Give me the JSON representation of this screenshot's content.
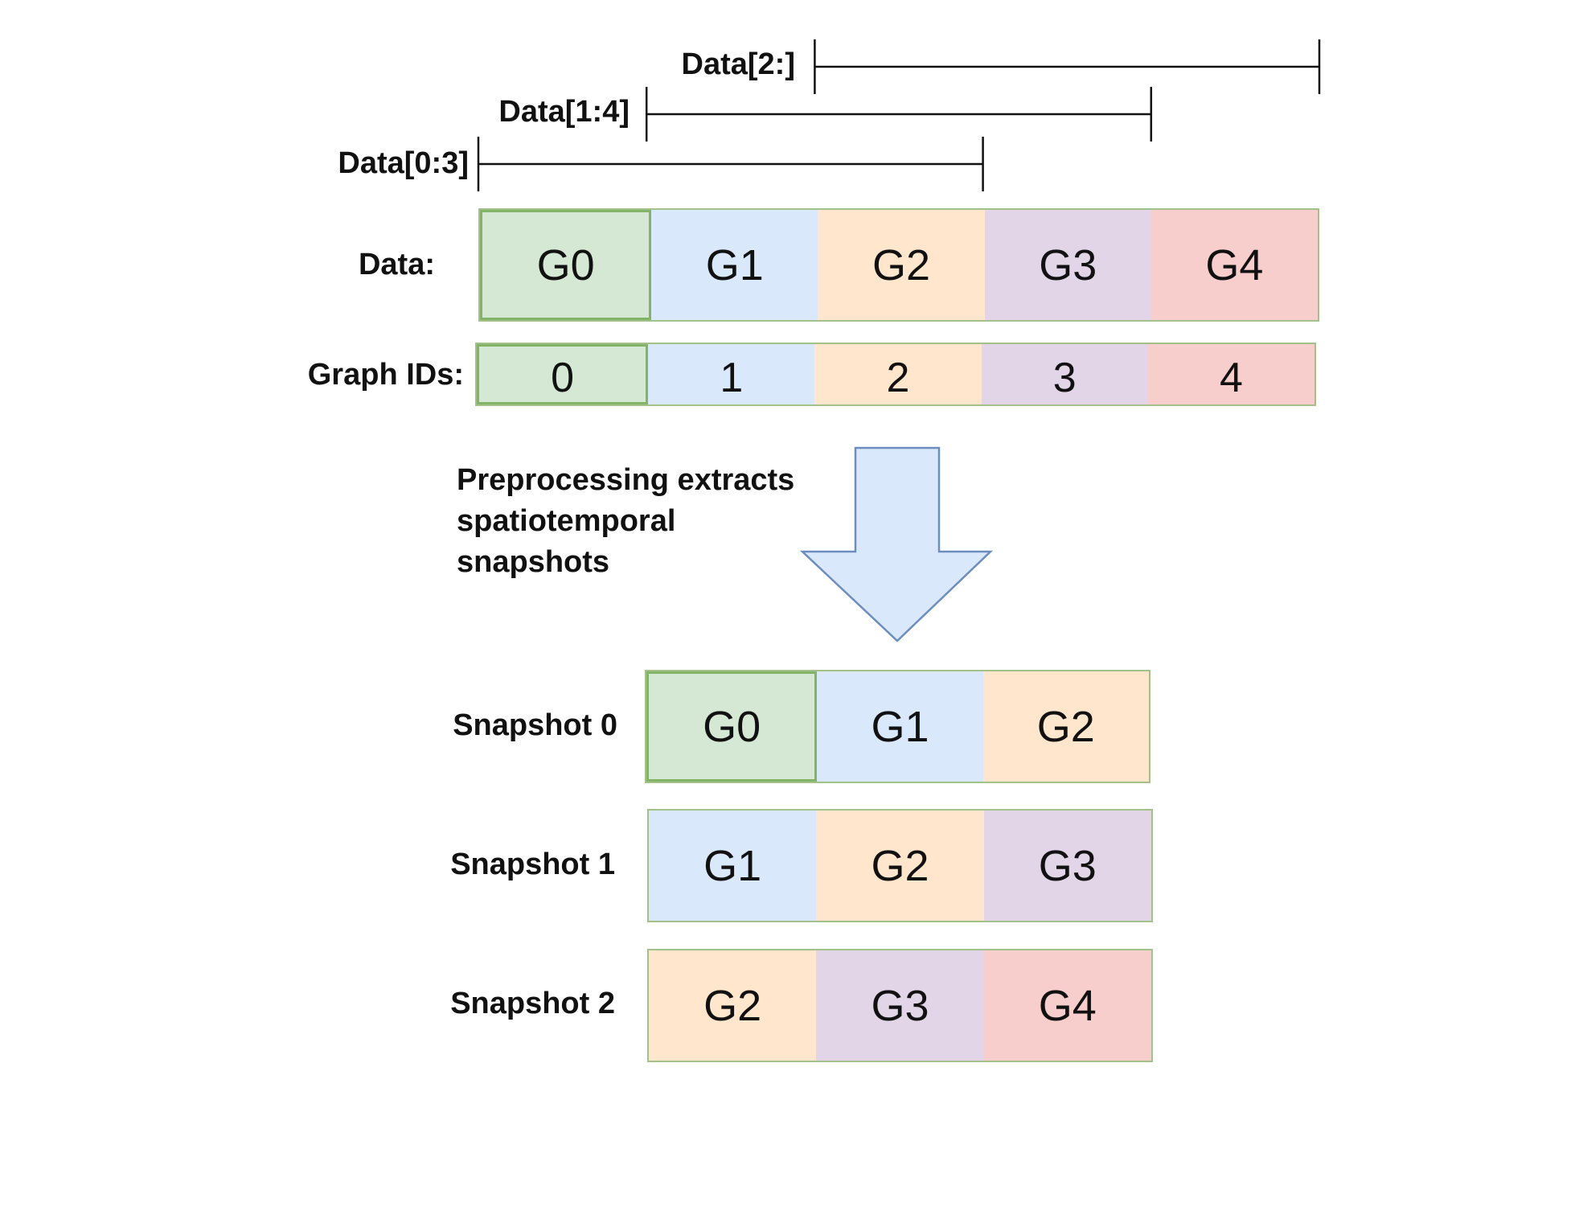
{
  "ranges": [
    {
      "label": "Data[2:]",
      "start": 2,
      "end": 5
    },
    {
      "label": "Data[1:4]",
      "start": 1,
      "end": 4
    },
    {
      "label": "Data[0:3]",
      "start": 0,
      "end": 3
    }
  ],
  "data_row": {
    "label": "Data:",
    "cells": [
      "G0",
      "G1",
      "G2",
      "G3",
      "G4"
    ]
  },
  "ids_row": {
    "label": "Graph IDs:",
    "cells": [
      "0",
      "1",
      "2",
      "3",
      "4"
    ]
  },
  "arrow_note": {
    "lines": [
      "Preprocessing extracts",
      "spatiotemporal",
      "snapshots"
    ]
  },
  "snapshots": [
    {
      "label": "Snapshot 0",
      "cells": [
        "G0",
        "G1",
        "G2"
      ]
    },
    {
      "label": "Snapshot 1",
      "cells": [
        "G1",
        "G2",
        "G3"
      ]
    },
    {
      "label": "Snapshot 2",
      "cells": [
        "G2",
        "G3",
        "G4"
      ]
    }
  ],
  "colors": {
    "G0": "#d5e8d4",
    "G1": "#dae8fc",
    "G2": "#ffe6cc",
    "G3": "#e1d5e7",
    "G4": "#f8cecc",
    "outline_green": "#82b366",
    "arrow_fill": "#dae8fc",
    "arrow_stroke": "#6c8ebf"
  }
}
